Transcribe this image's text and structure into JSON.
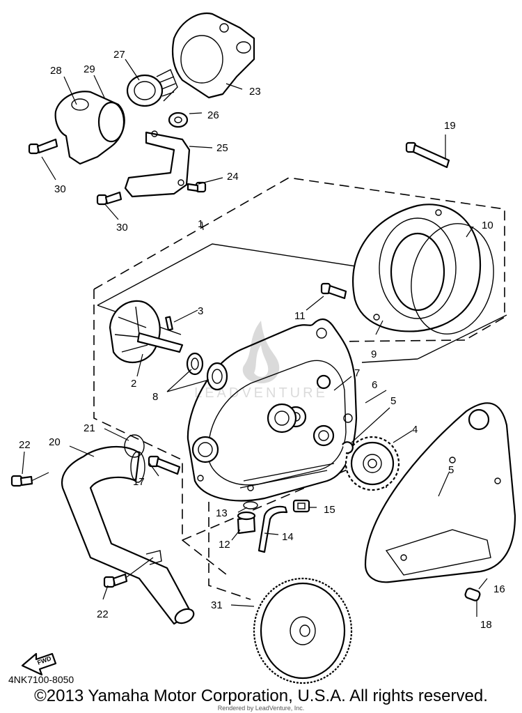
{
  "diagram": {
    "drawing_code": "4NK7100-8050",
    "fwd_label": "FWD",
    "callouts": {
      "c1": "1",
      "c2": "2",
      "c3": "3",
      "c4": "4",
      "c5a": "5",
      "c5b": "5",
      "c6": "6",
      "c7": "7",
      "c8": "8",
      "c9": "9",
      "c10": "10",
      "c11": "11",
      "c12": "12",
      "c13": "13",
      "c14": "14",
      "c15": "15",
      "c16": "16",
      "c17": "17",
      "c18": "18",
      "c19": "19",
      "c20": "20",
      "c21": "21",
      "c22a": "22",
      "c22b": "22",
      "c23": "23",
      "c24": "24",
      "c25": "25",
      "c26": "26",
      "c27": "27",
      "c28": "28",
      "c29": "29",
      "c30a": "30",
      "c30b": "30",
      "c31": "31"
    }
  },
  "watermark": {
    "text": "LEADVENTURE"
  },
  "footer": {
    "copyright": "©2013 Yamaha Motor Corporation, U.S.A. All rights reserved.",
    "render_credit": "Rendered by LeadVenture, Inc."
  }
}
